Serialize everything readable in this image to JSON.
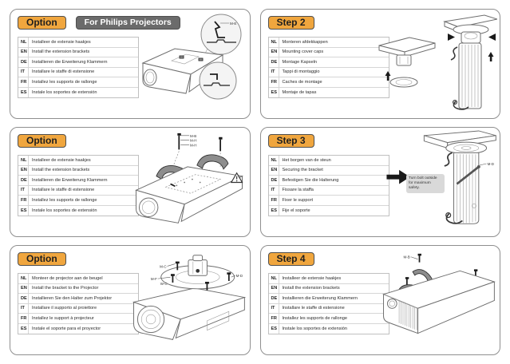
{
  "colors": {
    "accent_orange": "#F0A63E",
    "badge_gray": "#6B6B6B",
    "panel_border": "#8F8F8F"
  },
  "panels": [
    {
      "name": "option-philips",
      "badges": [
        {
          "label": "Option",
          "style": "orange"
        },
        {
          "label": "For Philips Projectors",
          "style": "gray"
        }
      ],
      "rows": [
        {
          "lang": "NL",
          "text": "Installeer de extensie haakjes"
        },
        {
          "lang": "EN",
          "text": "Install the extension brackets"
        },
        {
          "lang": "DE",
          "text": "Installieren die Erweiterung Klammern"
        },
        {
          "lang": "IT",
          "text": "Installare le staffe di estensione"
        },
        {
          "lang": "FR",
          "text": "Installez les supports de rallonge"
        },
        {
          "lang": "ES",
          "text": "Instale los soportes de extensión"
        }
      ],
      "part_labels": {
        "hook": "M-E"
      }
    },
    {
      "name": "step-2",
      "badges": [
        {
          "label": "Step 2",
          "style": "orange"
        }
      ],
      "rows": [
        {
          "lang": "NL",
          "text": "Monteren afdekkappen"
        },
        {
          "lang": "EN",
          "text": "Mounting cover caps"
        },
        {
          "lang": "DE",
          "text": "Montage Kapseln"
        },
        {
          "lang": "IT",
          "text": "Tappi di montaggio"
        },
        {
          "lang": "FR",
          "text": "Caches de montage"
        },
        {
          "lang": "ES",
          "text": "Montaje de tapas"
        }
      ]
    },
    {
      "name": "option-extension",
      "badges": [
        {
          "label": "Option",
          "style": "orange"
        }
      ],
      "rows": [
        {
          "lang": "NL",
          "text": "Installeer de extensie haakjes"
        },
        {
          "lang": "EN",
          "text": "Install the extension brackets"
        },
        {
          "lang": "DE",
          "text": "Installieren die Erweiterung Klammern"
        },
        {
          "lang": "IT",
          "text": "Installare le staffe di estensione"
        },
        {
          "lang": "FR",
          "text": "Installez les supports de rallonge"
        },
        {
          "lang": "ES",
          "text": "Instale los soportes de extensión"
        }
      ],
      "part_labels": {
        "top": "M-B",
        "mid": "M-H",
        "bot": "M-H"
      }
    },
    {
      "name": "step-3",
      "badges": [
        {
          "label": "Step 3",
          "style": "orange"
        }
      ],
      "rows": [
        {
          "lang": "NL",
          "text": "Het borgen van de steun"
        },
        {
          "lang": "EN",
          "text": "Securing the bracket"
        },
        {
          "lang": "DE",
          "text": "Befestigen Sie die Halterung"
        },
        {
          "lang": "IT",
          "text": "Fissare la staffa"
        },
        {
          "lang": "FR",
          "text": "Fixer le support"
        },
        {
          "lang": "ES",
          "text": "Fije el soporte"
        }
      ],
      "note": "Turn bolt outside for maximum safety.",
      "part_labels": {
        "bolt": "M-D"
      }
    },
    {
      "name": "option-bracket",
      "badges": [
        {
          "label": "Option",
          "style": "orange"
        }
      ],
      "rows": [
        {
          "lang": "NL",
          "text": "Monteer de projector aan de beugel"
        },
        {
          "lang": "EN",
          "text": "Install the bracket to the Projector"
        },
        {
          "lang": "DE",
          "text": "Installieren Sie den Halter zum Projektor"
        },
        {
          "lang": "IT",
          "text": "Installare il supporto al proiettore"
        },
        {
          "lang": "FR",
          "text": "Installez le support à projecteur"
        },
        {
          "lang": "ES",
          "text": "Instale el soporte para el proyector"
        }
      ],
      "part_labels": {
        "a": "M-C",
        "b": "M-F",
        "c": "W-C",
        "d": "M-D"
      }
    },
    {
      "name": "step-4",
      "badges": [
        {
          "label": "Step 4",
          "style": "orange"
        }
      ],
      "rows": [
        {
          "lang": "NL",
          "text": "Installeer de extensie haakjes"
        },
        {
          "lang": "EN",
          "text": "Install the extension brackets"
        },
        {
          "lang": "DE",
          "text": "Installieren die Erweiterung Klammern"
        },
        {
          "lang": "IT",
          "text": "Installare le staffe di estensione"
        },
        {
          "lang": "FR",
          "text": "Installez les supports de rallonge"
        },
        {
          "lang": "ES",
          "text": "Instale los soportes de extensión"
        }
      ],
      "part_labels": {
        "a": "M-B"
      }
    }
  ]
}
